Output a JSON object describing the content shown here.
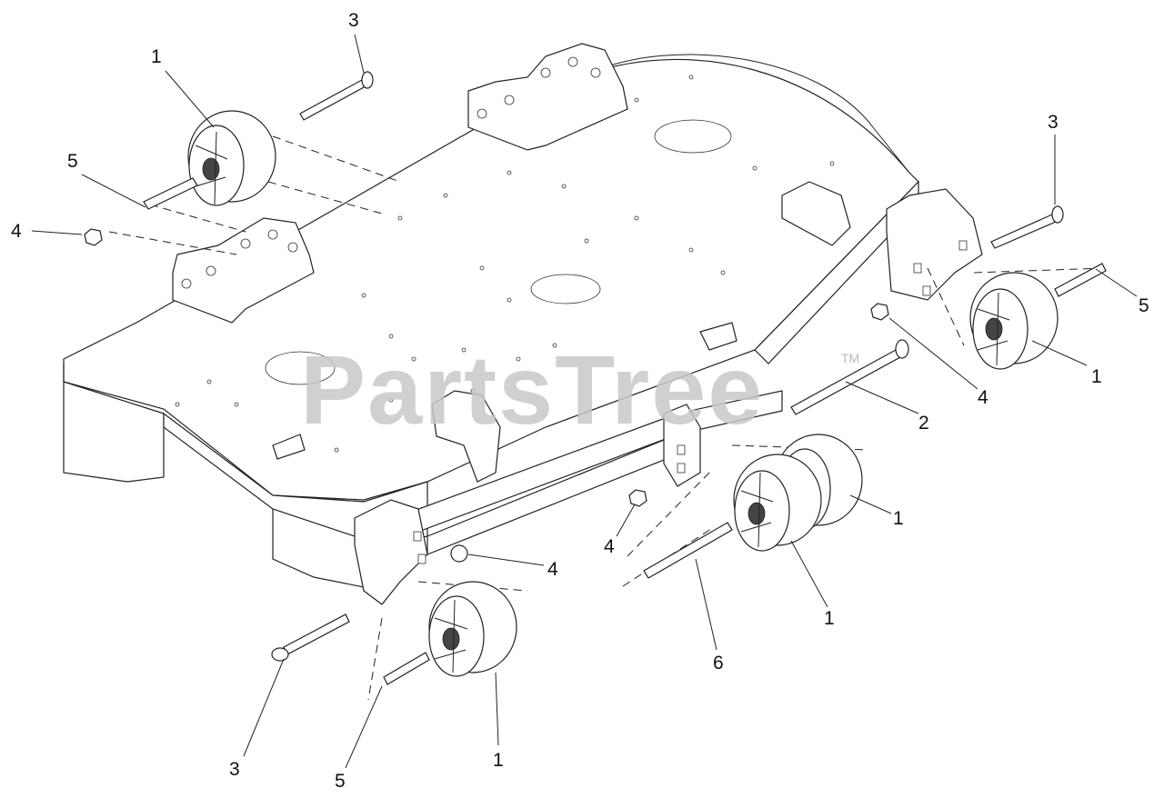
{
  "diagram": {
    "watermark": "PartsTree",
    "trademark": "TM",
    "callouts": [
      {
        "id": "c1",
        "label": "3"
      },
      {
        "id": "c2",
        "label": "1"
      },
      {
        "id": "c3",
        "label": "5"
      },
      {
        "id": "c4",
        "label": "4"
      },
      {
        "id": "c5",
        "label": "3"
      },
      {
        "id": "c6",
        "label": "5"
      },
      {
        "id": "c7",
        "label": "1"
      },
      {
        "id": "c8",
        "label": "4"
      },
      {
        "id": "c9",
        "label": "2"
      },
      {
        "id": "c10",
        "label": "1"
      },
      {
        "id": "c11",
        "label": "4"
      },
      {
        "id": "c12",
        "label": "4"
      },
      {
        "id": "c13",
        "label": "1"
      },
      {
        "id": "c14",
        "label": "6"
      },
      {
        "id": "c15",
        "label": "3"
      },
      {
        "id": "c16",
        "label": "5"
      },
      {
        "id": "c17",
        "label": "1"
      }
    ]
  }
}
